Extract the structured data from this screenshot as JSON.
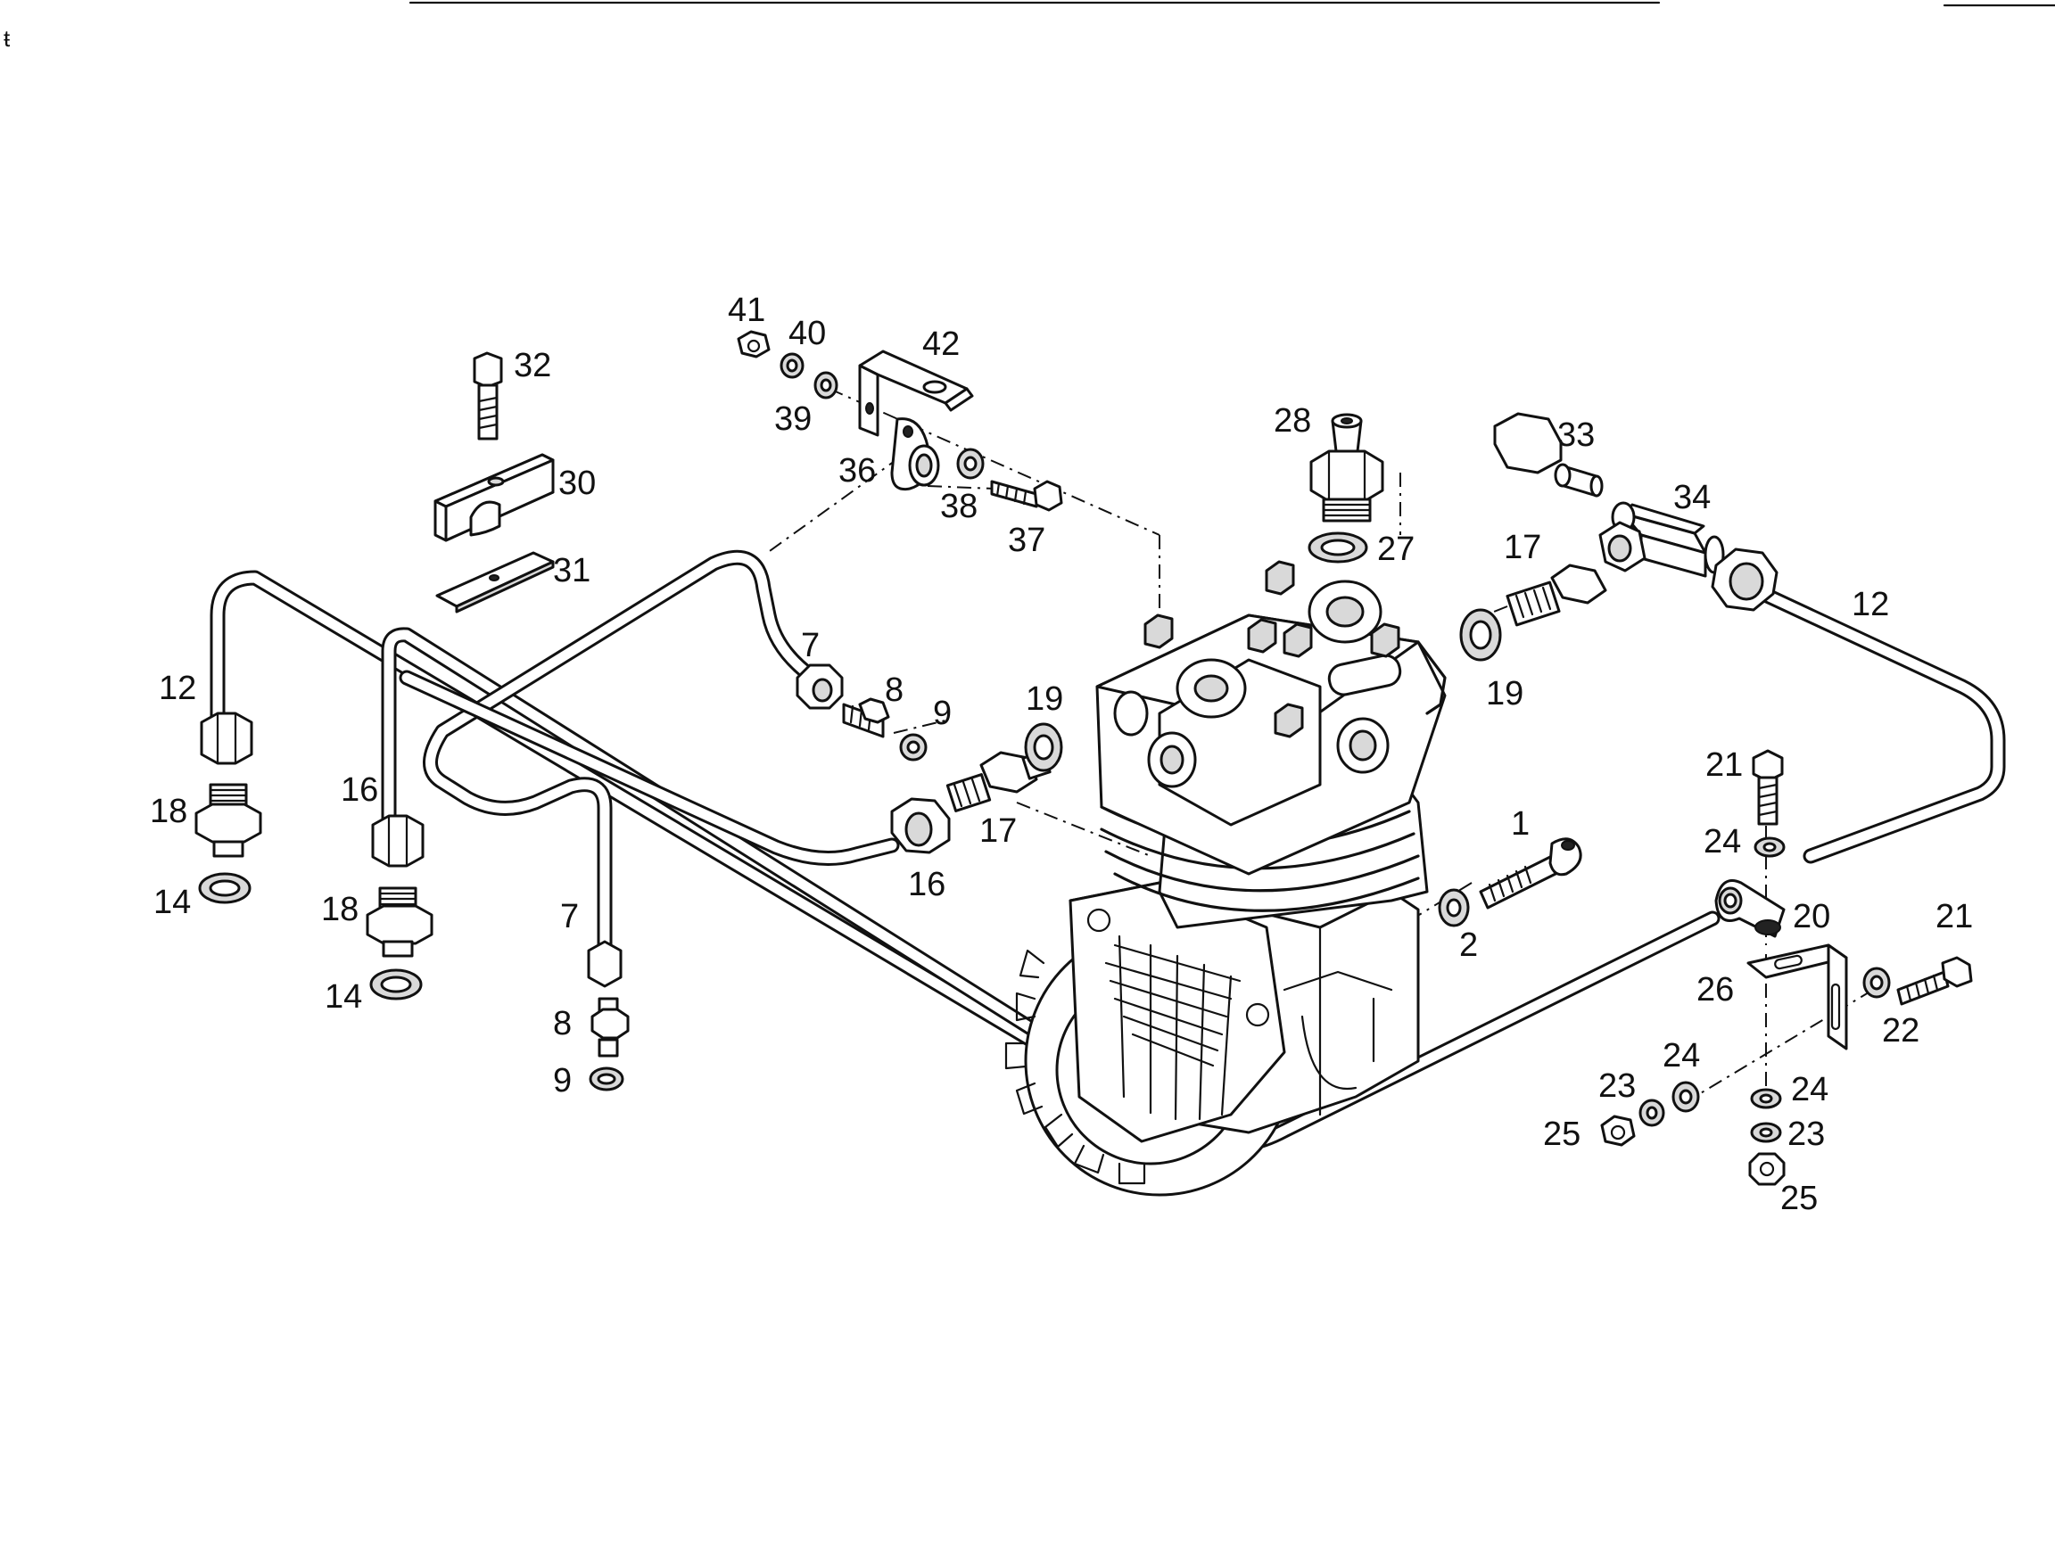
{
  "callouts": {
    "c1": "1",
    "c2": "2",
    "c7a": "7",
    "c7b": "7",
    "c8a": "8",
    "c8b": "8",
    "c9a": "9",
    "c9b": "9",
    "c12a": "12",
    "c12b": "12",
    "c14a": "14",
    "c14b": "14",
    "c16a": "16",
    "c16b": "16",
    "c17a": "17",
    "c17b": "17",
    "c18a": "18",
    "c18b": "18",
    "c19a": "19",
    "c19b": "19",
    "c20": "20",
    "c21a": "21",
    "c21b": "21",
    "c22": "22",
    "c23a": "23",
    "c23b": "23",
    "c24a": "24",
    "c24b": "24",
    "c24c": "24",
    "c25a": "25",
    "c25b": "25",
    "c26": "26",
    "c27": "27",
    "c28": "28",
    "c30": "30",
    "c31": "31",
    "c32": "32",
    "c33": "33",
    "c34": "34",
    "c36": "36",
    "c37": "37",
    "c38": "38",
    "c39": "39",
    "c40": "40",
    "c41": "41",
    "c42": "42"
  },
  "corner_mark": "ŧ"
}
